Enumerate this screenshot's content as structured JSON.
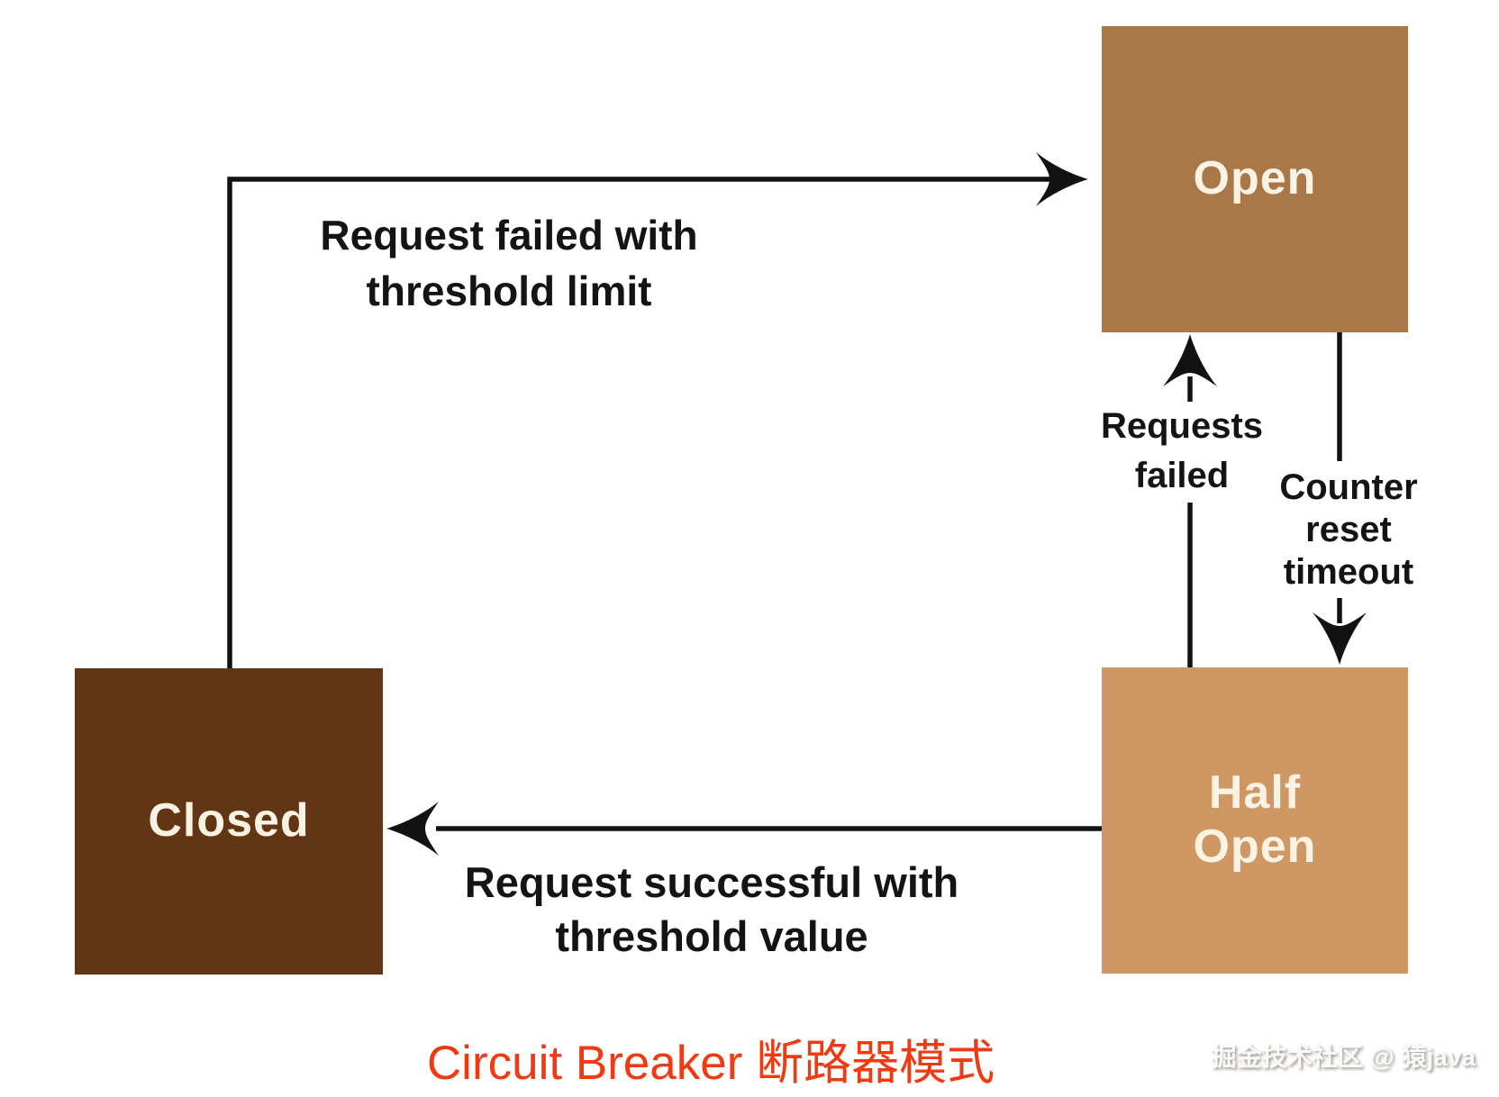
{
  "title": {
    "text": "Circuit Breaker 断路器模式",
    "color": "#F03A12"
  },
  "watermark": {
    "text": "掘金技术社区 @ 猿java"
  },
  "diagram": {
    "line_color": "#121212",
    "label_color": "#141414",
    "states": {
      "open": {
        "label": "Open",
        "color": "#A97748",
        "text_color": "#FAF2E2"
      },
      "closed": {
        "label": "Closed",
        "color": "#623614",
        "text_color": "#FAF2E2"
      },
      "half_open": {
        "label": "Half Open",
        "color": "#CF9763",
        "text_color": "#FAF2E2"
      }
    },
    "transitions": {
      "closed_to_open": {
        "from": "Closed",
        "to": "Open",
        "label_lines": [
          "Request failed with",
          "threshold limit"
        ]
      },
      "half_open_to_open": {
        "from": "Half Open",
        "to": "Open",
        "label_lines": [
          "Requests",
          "failed"
        ]
      },
      "open_to_half_open": {
        "from": "Open",
        "to": "Half Open",
        "label_lines": [
          "Counter",
          "reset",
          "timeout"
        ]
      },
      "half_open_to_closed": {
        "from": "Half Open",
        "to": "Closed",
        "label_lines": [
          "Request successful with",
          "threshold value"
        ]
      }
    }
  }
}
